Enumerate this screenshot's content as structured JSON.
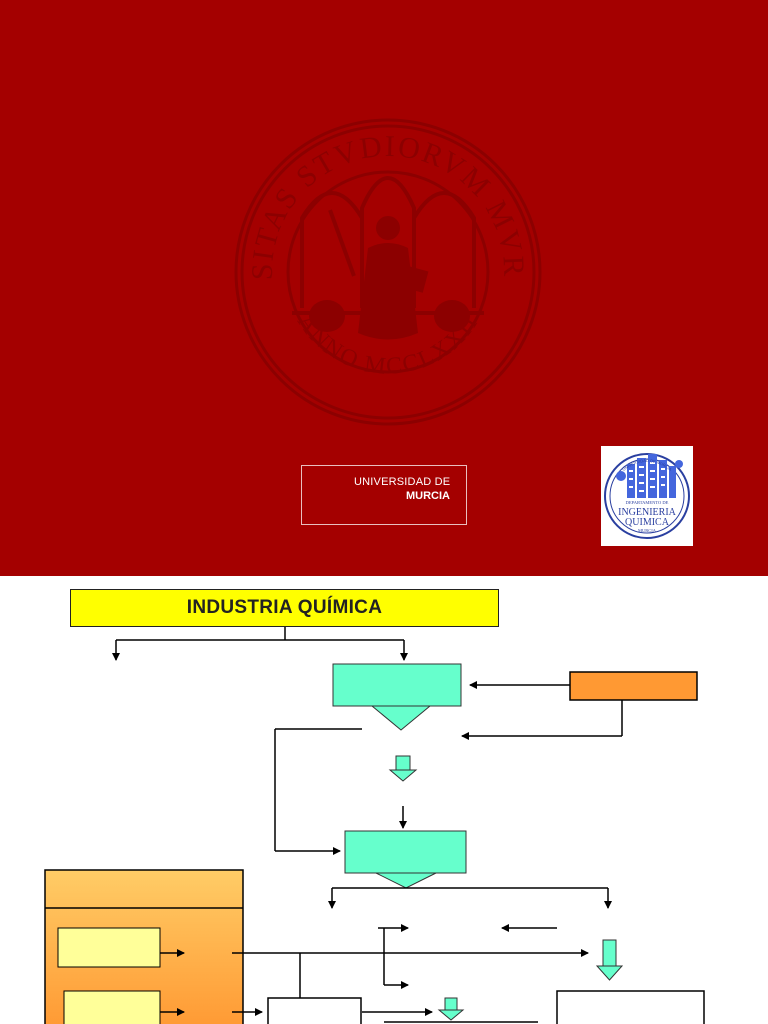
{
  "banner": {
    "background_color": "#a40000",
    "seal": {
      "top_arc_text": "UNIVERSITAS STVDIORVM MVRCIENSIS",
      "bottom_arc_text": "ANNO MCCLXXII",
      "color": "#8c0000"
    },
    "university_logo": {
      "line1": "UNIVERSIDAD DE",
      "line2": "MURCIA"
    },
    "department_logo": {
      "top_text": "UNIVERSIDAD DE MURCIA",
      "line1": "DEPARTAMENTO DE",
      "line2": "INGENIERIA",
      "line3": "QUIMICA",
      "line4": "MURCIA"
    }
  },
  "diagram": {
    "title": "INDUSTRIA QUÍMICA",
    "colors": {
      "title_fill": "#ffff00",
      "process_fill": "#66ffcc",
      "input_fill": "#ff9933",
      "left_panel_fill_top": "#ffcc66",
      "left_panel_fill_bottom": "#ff9933",
      "small_box_fill": "#ffff99"
    }
  }
}
